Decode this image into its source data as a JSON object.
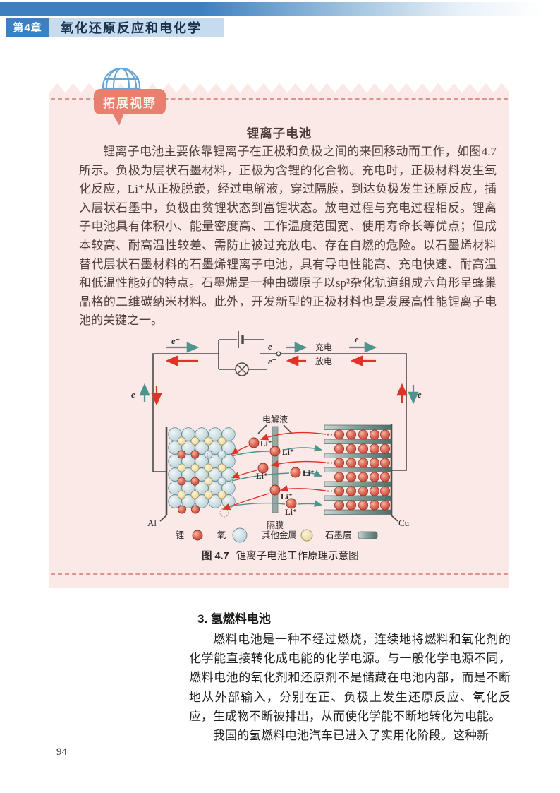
{
  "header": {
    "chapter": "第4章",
    "title": "氧化还原反应和电化学"
  },
  "box": {
    "badge": "拓展视野",
    "title": "锂离子电池",
    "paragraph": "锂离子电池主要依靠锂离子在正极和负极之间的来回移动而工作，如图4.7所示。负极为层状石墨材料，正极为含锂的化合物。充电时，正极材料发生氧化反应，Li⁺从正极脱嵌，经过电解液，穿过隔膜，到达负极发生还原反应，插入层状石墨中，负极由贫锂状态到富锂状态。放电过程与充电过程相反。锂离子电池具有体积小、能量密度高、工作温度范围宽、使用寿命长等优点；但成本较高、耐高温性较差、需防止被过充放电、存在自燃的危险。以石墨烯材料替代层状石墨材料的石墨烯锂离子电池，具有导电性能高、充电快速、耐高温和低温性能好的特点。石墨烯是一种由碳原子以sp²杂化轨道组成六角形呈蜂巢晶格的二维碳纳米材料。此外，开发新型的正极材料也是发展高性能锂离子电池的关键之一。"
  },
  "figure": {
    "labels": {
      "electron": "e⁻",
      "charge": "充电",
      "discharge": "放电",
      "electrolyte": "电解液",
      "separator": "隔膜",
      "al": "Al",
      "cu": "Cu",
      "li_ion": "Li⁺"
    },
    "legend": [
      {
        "label": "锂",
        "color": "#d04a38"
      },
      {
        "label": "氧",
        "color": "#bcd3d9"
      },
      {
        "label": "其他金属",
        "color": "#e9d8a0"
      },
      {
        "label": "石墨层",
        "color": "#51706b"
      }
    ],
    "caption_prefix": "图 4.7",
    "caption_text": "锂离子电池工作原理示意图"
  },
  "section": {
    "heading": "3. 氢燃料电池",
    "para1": "燃料电池是一种不经过燃烧，连续地将燃料和氧化剂的化学能直接转化成电能的化学电源。与一般化学电源不同，燃料电池的氧化剂和还原剂不是储藏在电池内部，而是不断地从外部输入，分别在正、负极上发生还原反应、氧化反应，生成物不断被排出，从而使化学能不断地转化为电能。",
    "para2": "我国的氢燃料电池汽车已进入了实用化阶段。这种新"
  },
  "page_number": "94",
  "colors": {
    "header_blue": "#3d80c2",
    "header_light_blue": "#c6dbed",
    "box_pink": "#fbe9e7",
    "badge_coral": "#e8806f",
    "arrow_red": "#e23227",
    "arrow_teal": "#4f948c"
  }
}
